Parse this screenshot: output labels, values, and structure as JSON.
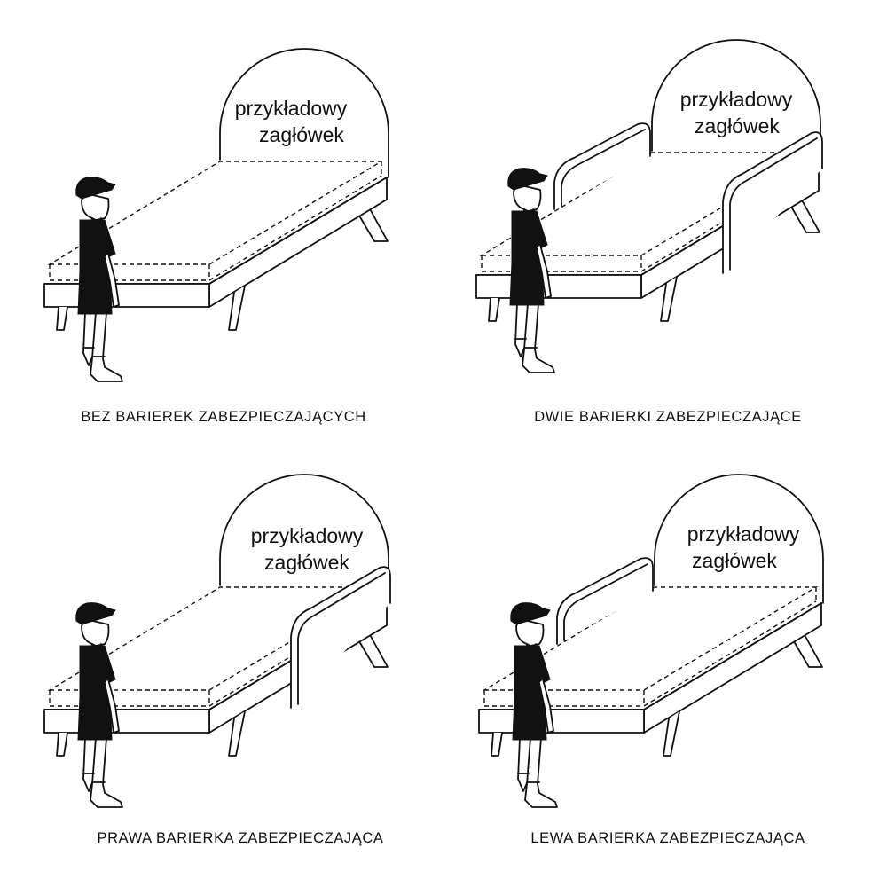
{
  "headboard_label": {
    "line1": "przykładowy",
    "line2": "zagłówek"
  },
  "panels": [
    {
      "id": "none",
      "caption": "BEZ BARIEREK ZABEZPIECZAJĄCYCH",
      "rails": []
    },
    {
      "id": "both",
      "caption": "DWIE BARIERKI ZABEZPIECZAJĄCE",
      "rails": [
        "left",
        "right"
      ]
    },
    {
      "id": "right",
      "caption": "PRAWA BARIERKA ZABEZPIECZAJĄCA",
      "rails": [
        "right"
      ]
    },
    {
      "id": "left",
      "caption": "LEWA BARIERKA ZABEZPIECZAJĄCA",
      "rails": [
        "left"
      ]
    }
  ]
}
